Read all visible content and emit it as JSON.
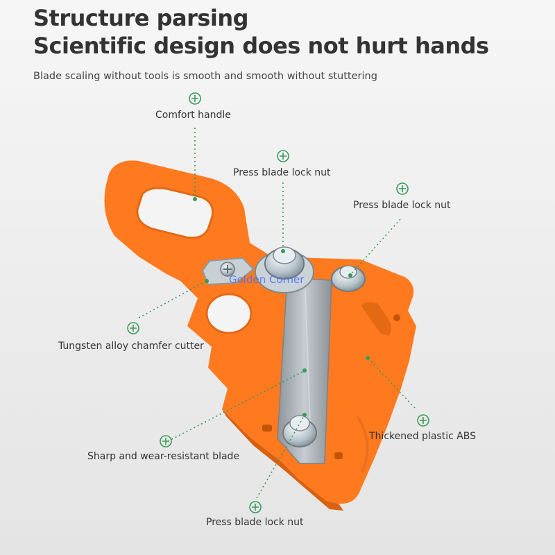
{
  "heading": {
    "line1": "Structure parsing",
    "line2": "Scientific design does not hurt hands",
    "subtitle": "Blade scaling without tools is smooth and smooth without stuttering"
  },
  "labels": {
    "comfort_handle": "Comfort handle",
    "lock_nut_top": "Press blade lock nut",
    "lock_nut_right": "Press blade lock nut",
    "chamfer_cutter": "Tungsten alloy chamfer cutter",
    "blade": "Sharp and wear-resistant blade",
    "abs": "Thickened plastic ABS",
    "lock_nut_bottom": "Press blade lock nut"
  },
  "watermark": "Golden Corner",
  "colors": {
    "tool_orange": "#ff7a1f",
    "callout_green": "#3a9a5a",
    "blade_steel": "#a9b0b6",
    "background": "#f2f2f2"
  },
  "icons": {
    "callout_marker": "circle-plus-icon",
    "lock_nut": "knurled-nut-icon"
  }
}
